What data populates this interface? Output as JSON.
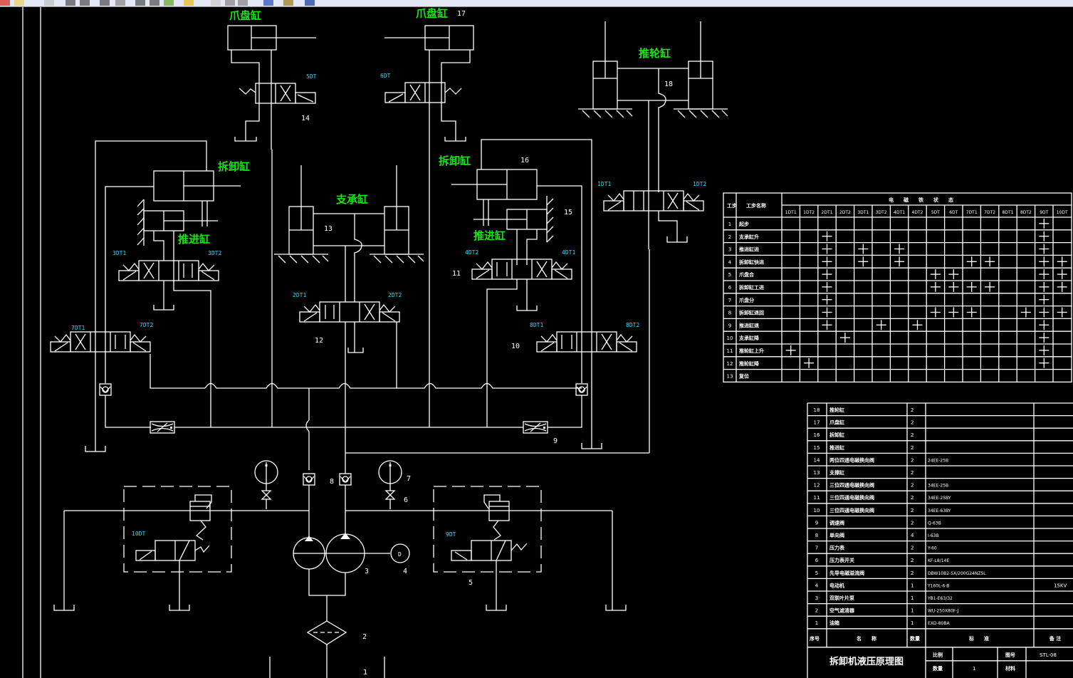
{
  "toolbar": {
    "icons": [
      "color-icon",
      "open-icon",
      "print-icon",
      "line-tool-icon",
      "polyline-tool-icon",
      "select-tool-icon",
      "lasso-icon",
      "zoom-in-icon",
      "zoom-out-icon",
      "pan-icon",
      "highlight-icon",
      "page-icon",
      "layout-icon",
      "compare-icon",
      "book-icon",
      "save-icon",
      "help-icon"
    ]
  },
  "schematic": {
    "title": "拆卸机液压原理图",
    "cylinder_labels": {
      "claw_left": "爪盘缸",
      "claw_right": "爪盘缸",
      "push_wheel": "推轮缸",
      "dismantle_left": "拆卸缸",
      "dismantle_right": "拆卸缸",
      "support": "支承缸",
      "push_left": "推进缸",
      "push_right": "推进缸"
    },
    "solenoid_labels": {
      "s5": "5DT",
      "s6": "6DT",
      "s1a": "1DT1",
      "s1b": "1DT2",
      "s2a": "2DT1",
      "s2b": "2DT2",
      "s3a": "3DT1",
      "s3b": "3DT2",
      "s4a": "4DT2",
      "s4b": "4DT1",
      "s7a": "7DT1",
      "s7b": "7DT2",
      "s8a": "8DT1",
      "s8b": "8DT2",
      "s9": "9DT",
      "s10": "10DT"
    },
    "part_numbers": {
      "n1": "1",
      "n2": "2",
      "n3": "3",
      "n4": "4",
      "n5": "5",
      "n6": "6",
      "n7": "7",
      "n8": "8",
      "n9": "9",
      "n10": "10",
      "n11": "11",
      "n12": "12",
      "n13": "13",
      "n14": "14",
      "n15": "15",
      "n16": "16",
      "n17": "17",
      "n18": "18"
    },
    "motor_symbol": "D"
  },
  "action_table": {
    "step_header": "工步",
    "name_header": "工步名称",
    "group_header": "电磁铁状态",
    "columns": [
      "1DT1",
      "1DT2",
      "2DT1",
      "2DT2",
      "3DT1",
      "3DT2",
      "4DT1",
      "4DT2",
      "5DT",
      "6DT",
      "7DT1",
      "7DT2",
      "8DT1",
      "8DT2",
      "9DT",
      "10DT"
    ],
    "mark": "+",
    "rows": [
      {
        "step": "1",
        "name": "起步",
        "on": [
          14
        ]
      },
      {
        "step": "2",
        "name": "支承缸升",
        "on": [
          2,
          14
        ]
      },
      {
        "step": "3",
        "name": "推进缸进",
        "on": [
          2,
          4,
          6,
          14
        ]
      },
      {
        "step": "4",
        "name": "拆卸缸快进",
        "on": [
          2,
          4,
          6,
          10,
          11,
          14,
          15
        ]
      },
      {
        "step": "5",
        "name": "爪盘合",
        "on": [
          2,
          8,
          9,
          14,
          15
        ]
      },
      {
        "step": "6",
        "name": "拆卸缸工进",
        "on": [
          2,
          8,
          9,
          10,
          11,
          14,
          15
        ]
      },
      {
        "step": "7",
        "name": "爪盘分",
        "on": [
          2,
          14
        ]
      },
      {
        "step": "8",
        "name": "拆卸缸退回",
        "on": [
          2,
          8,
          9,
          10,
          13,
          14,
          15
        ]
      },
      {
        "step": "9",
        "name": "推进缸退",
        "on": [
          2,
          5,
          7,
          14
        ]
      },
      {
        "step": "10",
        "name": "支承缸降",
        "on": [
          3,
          14
        ]
      },
      {
        "step": "11",
        "name": "推轮缸上升",
        "on": [
          0,
          14
        ]
      },
      {
        "step": "12",
        "name": "推轮缸降",
        "on": [
          1,
          14
        ]
      },
      {
        "step": "13",
        "name": "复位",
        "on": []
      }
    ]
  },
  "parts_list": {
    "headers": {
      "no": "序号",
      "name": "名　　称",
      "qty": "数量",
      "spec": "标　　准",
      "note": "备 注"
    },
    "rows": [
      {
        "no": "18",
        "name": "推轮缸",
        "qty": "2",
        "spec": "",
        "note": ""
      },
      {
        "no": "17",
        "name": "爪盘缸",
        "qty": "2",
        "spec": "",
        "note": ""
      },
      {
        "no": "16",
        "name": "拆卸缸",
        "qty": "2",
        "spec": "",
        "note": ""
      },
      {
        "no": "15",
        "name": "推进缸",
        "qty": "2",
        "spec": "",
        "note": ""
      },
      {
        "no": "14",
        "name": "两位四通电磁换向阀",
        "qty": "2",
        "spec": "24EE-25B",
        "note": ""
      },
      {
        "no": "13",
        "name": "支撑缸",
        "qty": "2",
        "spec": "",
        "note": ""
      },
      {
        "no": "12",
        "name": "三位四通电磁换向阀",
        "qty": "2",
        "spec": "34EE-25B",
        "note": ""
      },
      {
        "no": "11",
        "name": "三位四通电磁换向阀",
        "qty": "2",
        "spec": "34EE-25BY",
        "note": ""
      },
      {
        "no": "10",
        "name": "三位四通电磁换向阀",
        "qty": "2",
        "spec": "34EE-63BY",
        "note": ""
      },
      {
        "no": "9",
        "name": "调速阀",
        "qty": "2",
        "spec": "Q-63B",
        "note": ""
      },
      {
        "no": "8",
        "name": "单向阀",
        "qty": "4",
        "spec": "I-63B",
        "note": ""
      },
      {
        "no": "7",
        "name": "压力表",
        "qty": "2",
        "spec": "Y-60",
        "note": ""
      },
      {
        "no": "6",
        "name": "压力表开关",
        "qty": "2",
        "spec": "KF-L8/14E",
        "note": ""
      },
      {
        "no": "5",
        "name": "先导电磁溢流阀",
        "qty": "2",
        "spec": "DBW10B2-5X/200G24NZ5L",
        "note": ""
      },
      {
        "no": "4",
        "name": "电动机",
        "qty": "1",
        "spec": "Y160L-6-B",
        "note": "15KV"
      },
      {
        "no": "3",
        "name": "双联叶片泵",
        "qty": "1",
        "spec": "YB1-E63/32",
        "note": ""
      },
      {
        "no": "2",
        "name": "空气滤清器",
        "qty": "1",
        "spec": "WU-250X80F-J",
        "note": ""
      },
      {
        "no": "1",
        "name": "油箱",
        "qty": "1",
        "spec": "EXD-80BA",
        "note": ""
      }
    ],
    "title_block": {
      "drawing_name": "拆卸机液压原理图",
      "scale_label": "比例",
      "scale_value": "",
      "drawing_no_label": "图号",
      "drawing_no_value": "STL-08",
      "qty_label": "数量",
      "qty_value": "1",
      "material_label": "材料",
      "material_value": ""
    }
  }
}
